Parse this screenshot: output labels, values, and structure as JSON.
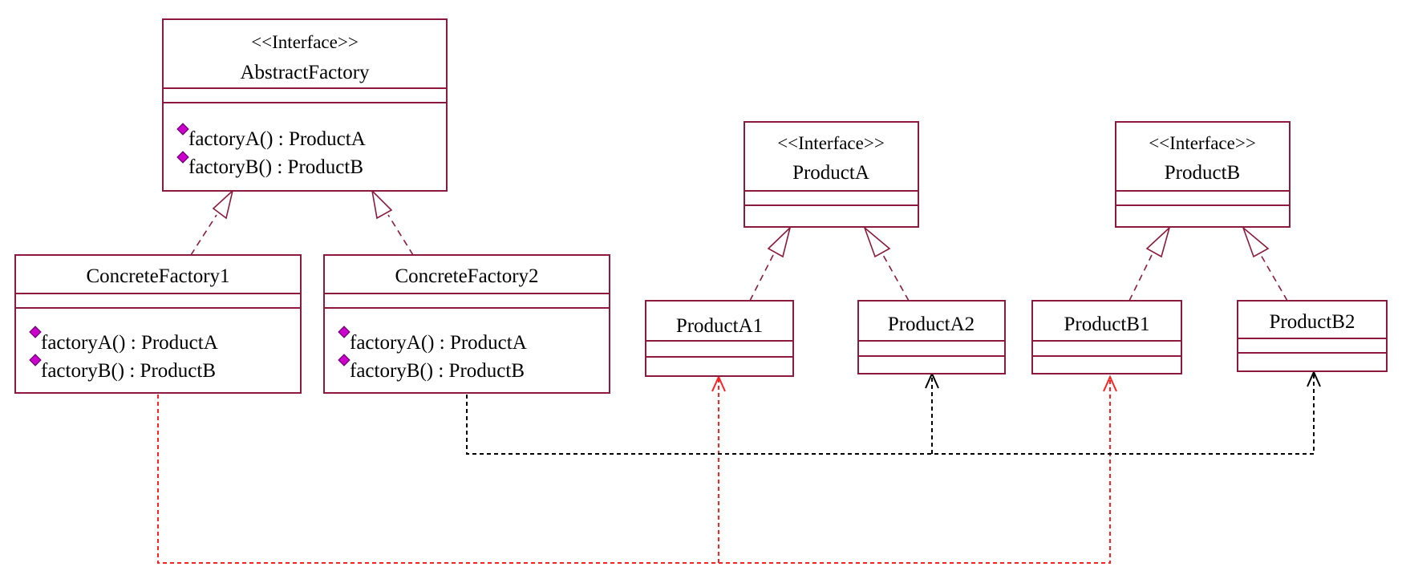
{
  "classes": {
    "abstract_factory": {
      "stereotype": "<<Interface>>",
      "name": "AbstractFactory",
      "operations": [
        "factoryA() : ProductA",
        "factoryB() : ProductB"
      ]
    },
    "concrete_factory_1": {
      "name": "ConcreteFactory1",
      "operations": [
        "factoryA() : ProductA",
        "factoryB() : ProductB"
      ]
    },
    "concrete_factory_2": {
      "name": "ConcreteFactory2",
      "operations": [
        "factoryA() : ProductA",
        "factoryB() : ProductB"
      ]
    },
    "product_a": {
      "stereotype": "<<Interface>>",
      "name": "ProductA"
    },
    "product_b": {
      "stereotype": "<<Interface>>",
      "name": "ProductB"
    },
    "product_a1": {
      "name": "ProductA1"
    },
    "product_a2": {
      "name": "ProductA2"
    },
    "product_b1": {
      "name": "ProductB1"
    },
    "product_b2": {
      "name": "ProductB2"
    }
  },
  "relations": {
    "realizations": [
      {
        "from": "ConcreteFactory1",
        "to": "AbstractFactory"
      },
      {
        "from": "ConcreteFactory2",
        "to": "AbstractFactory"
      },
      {
        "from": "ProductA1",
        "to": "ProductA"
      },
      {
        "from": "ProductA2",
        "to": "ProductA"
      },
      {
        "from": "ProductB1",
        "to": "ProductB"
      },
      {
        "from": "ProductB2",
        "to": "ProductB"
      }
    ],
    "dependencies": [
      {
        "from": "ConcreteFactory1",
        "to": "ProductA1",
        "color": "#ff2020"
      },
      {
        "from": "ConcreteFactory1",
        "to": "ProductB1",
        "color": "#ff2020"
      },
      {
        "from": "ConcreteFactory2",
        "to": "ProductA2",
        "color": "#000000"
      },
      {
        "from": "ConcreteFactory2",
        "to": "ProductB2",
        "color": "#000000"
      }
    ]
  },
  "colors": {
    "class_border": "#8b1a3c",
    "operation_icon": "#cc00cc",
    "dependency_factory1": "#ff2020",
    "dependency_factory2": "#000000"
  },
  "icons": {
    "operation": "public-operation-icon"
  }
}
